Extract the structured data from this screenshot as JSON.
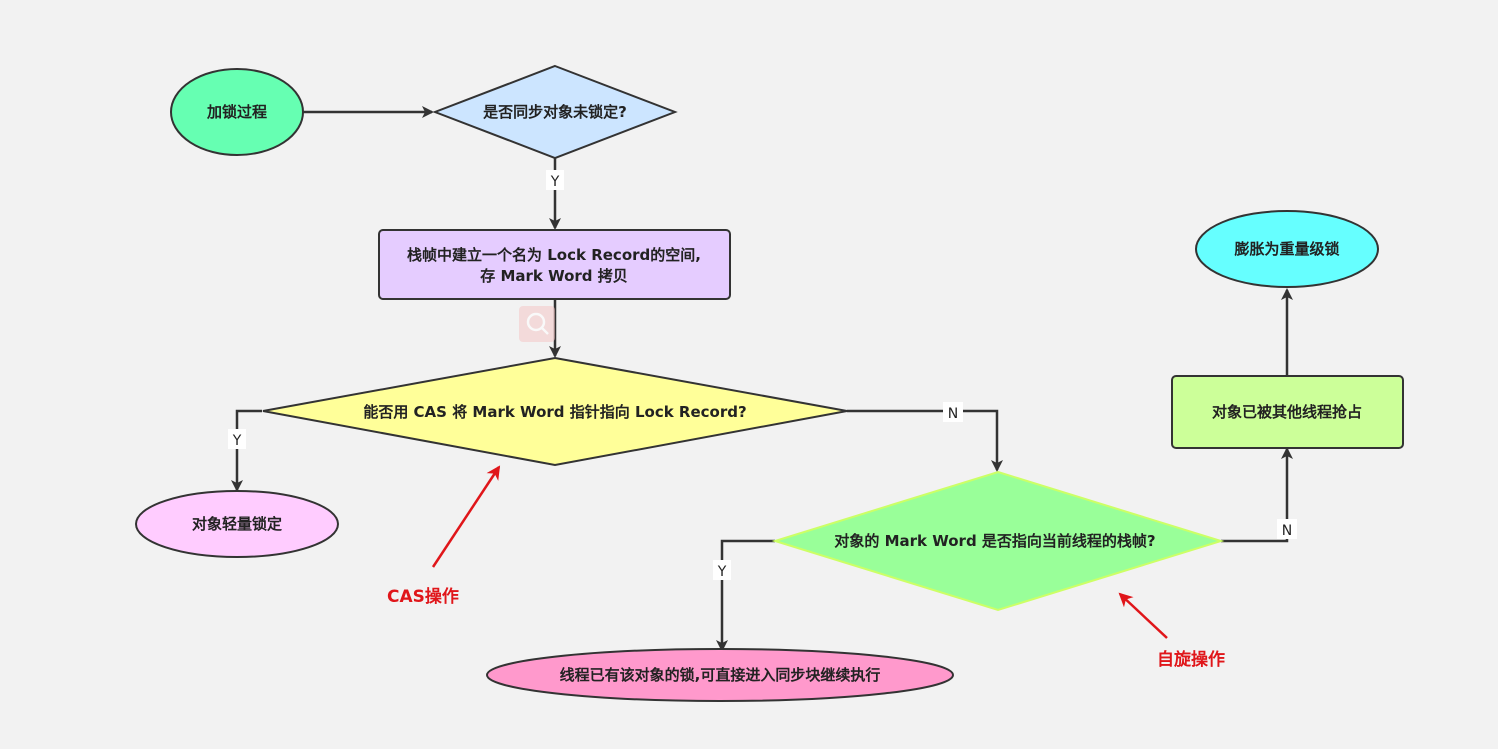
{
  "nodes": {
    "start": "加锁过程",
    "q_unlocked": "是否同步对象未锁定?",
    "lock_record_line1": "栈帧中建立一个名为 Lock Record的空间,",
    "lock_record_line2": "存 Mark Word 拷贝",
    "q_cas": "能否用 CAS 将 Mark Word 指针指向 Lock Record?",
    "light_lock": "对象轻量锁定",
    "q_own_frame": "对象的 Mark Word 是否指向当前线程的栈帧?",
    "already_owned": "线程已有该对象的锁,可直接进入同步块继续执行",
    "held_by_other": "对象已被其他线程抢占",
    "heavy_lock": "膨胀为重量级锁"
  },
  "edges": {
    "y1": "Y",
    "y2": "Y",
    "n1": "N",
    "y3": "Y",
    "n2": "N"
  },
  "annotations": {
    "cas": "CAS操作",
    "spin": "自旋操作"
  },
  "colors": {
    "background": "#f2f2f2",
    "start": "#66ffb2",
    "q_unlocked": "#cce5ff",
    "lock_record": "#e5ccff",
    "q_cas": "#ffff99",
    "light_lock": "#ffccff",
    "q_own_frame": "#99ff99",
    "already_owned": "#ff99cc",
    "held_by_other": "#ccff99",
    "heavy_lock": "#66ffff",
    "annotation": "#e0161a"
  }
}
